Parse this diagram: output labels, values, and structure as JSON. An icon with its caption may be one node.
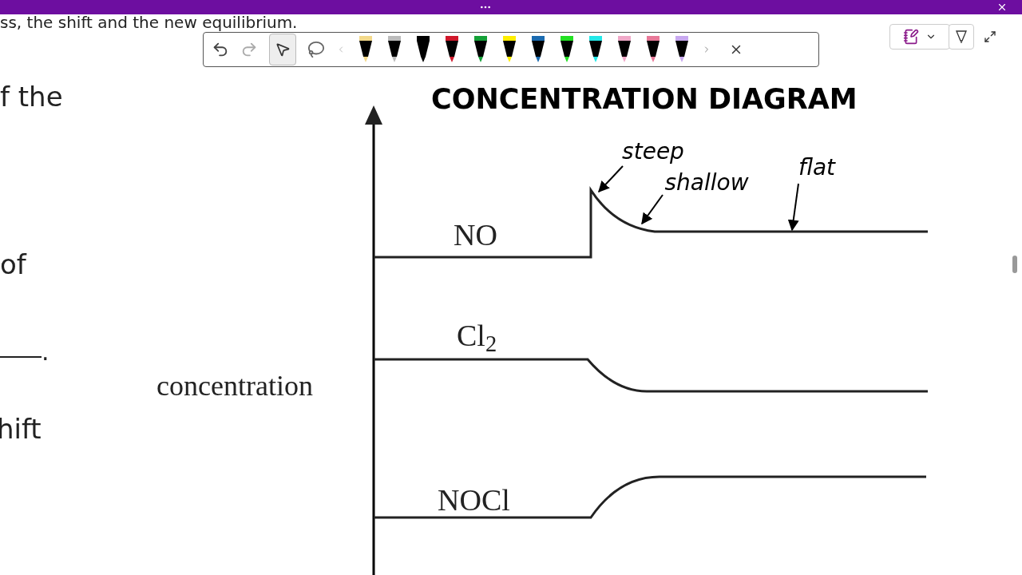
{
  "diagram": {
    "title": "CONCENTRATION DIAGRAM",
    "nodes": [
      {
        "text": [
          "steep"
        ]
      },
      {
        "text": [
          "shallow"
        ]
      },
      {
        "text": [
          "flat"
        ]
      }
    ],
    "edges": [
      {
        "from": 0,
        "to": null,
        "arrow": "to"
      },
      {
        "from": 1,
        "to": null,
        "arrow": "to"
      },
      {
        "from": 2,
        "to": null,
        "arrow": "to"
      }
    ],
    "labels": [
      "ss, the shift and the new equilibrium.",
      "f the",
      "of",
      ".",
      "hift",
      "NO",
      "Cl$_{2}$",
      "NOCl",
      "concentration"
    ]
  }
}
